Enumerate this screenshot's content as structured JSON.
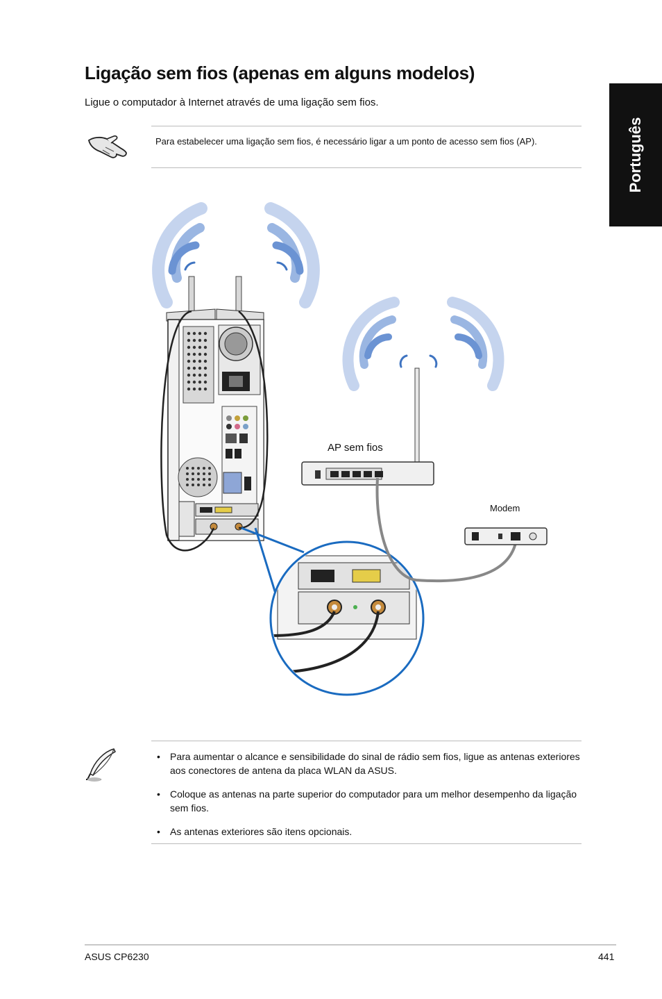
{
  "page": {
    "title": "Ligação sem fios (apenas em alguns modelos)",
    "intro": "Ligue o computador à Internet através de uma ligação sem fios.",
    "side_tab": "Português"
  },
  "note": {
    "icon": "hand-pointing-icon",
    "text": "Para estabelecer uma ligação sem fios, é necessário ligar a um ponto de acesso sem fios (AP)."
  },
  "diagram": {
    "ap_label": "AP sem fios",
    "modem_label": "Modem",
    "colors": {
      "wave_light": "#b9cbe9",
      "wave_mid": "#7ea3d9",
      "wave_dark": "#3f74c1",
      "callout": "#1a6bc0"
    }
  },
  "tips": {
    "icon": "feather-pen-icon",
    "items": [
      "Para aumentar o alcance e sensibilidade do sinal de rádio sem fios, ligue as antenas exteriores aos conectores de antena da placa WLAN da ASUS.",
      "Coloque as antenas na parte superior do computador para um melhor desempenho da ligação sem fios.",
      "As antenas exteriores são itens opcionais."
    ]
  },
  "footer": {
    "model": "ASUS CP6230",
    "page_number": "441"
  }
}
